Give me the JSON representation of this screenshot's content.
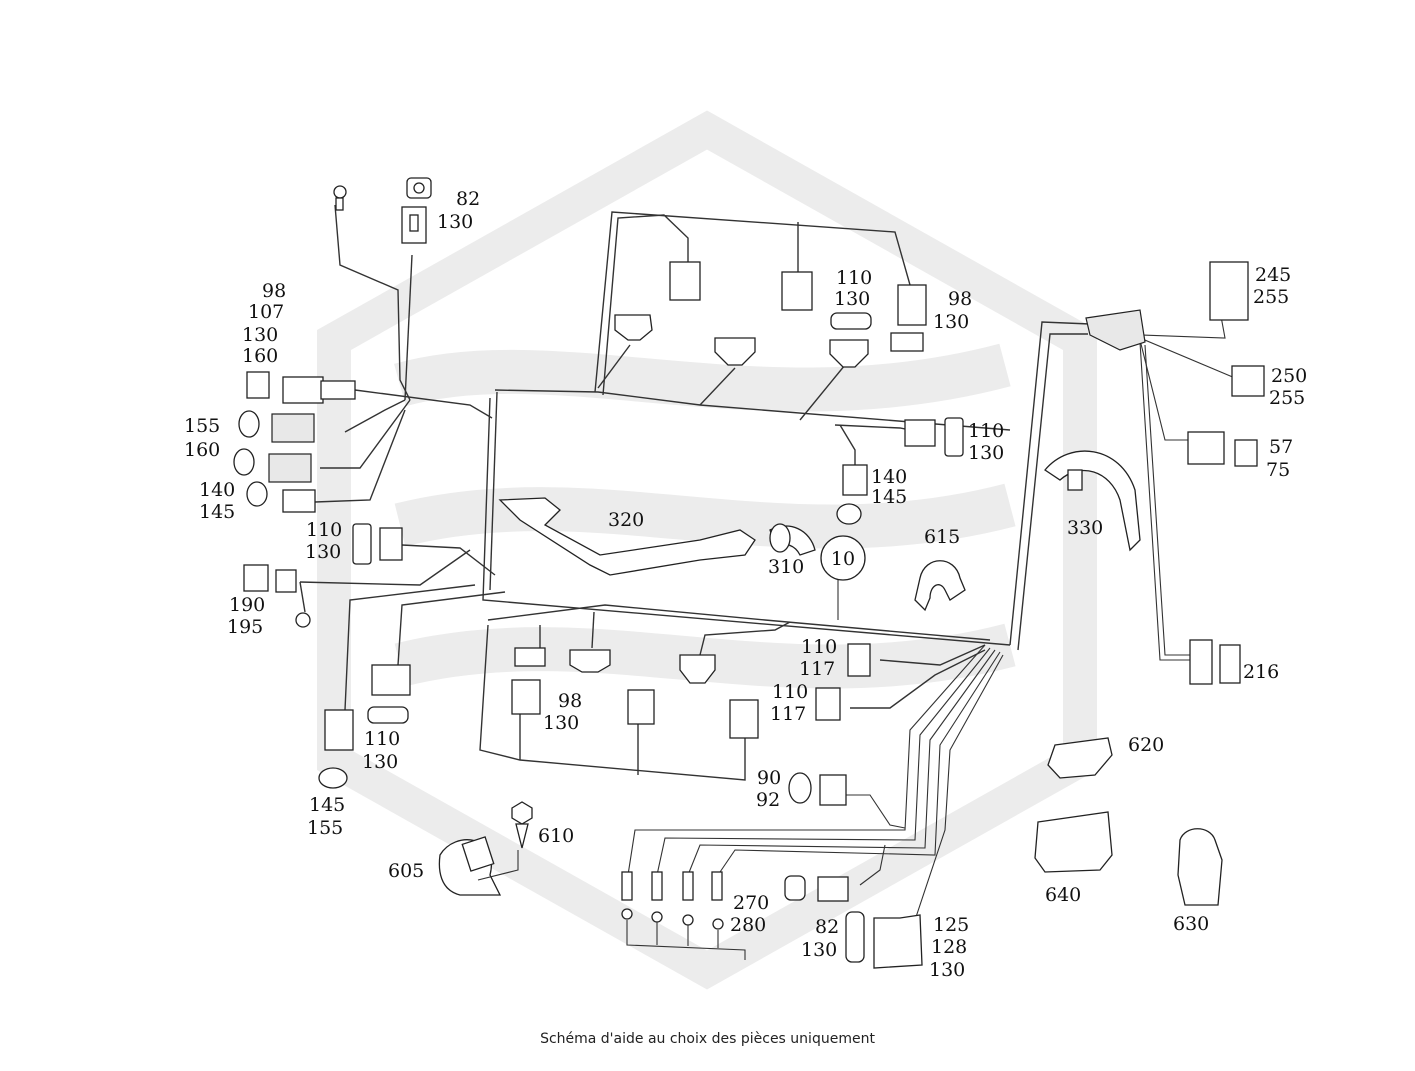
{
  "caption": "Schéma d'aide au choix des pièces uniquement",
  "watermark": "hexagon-s-logo",
  "center_badge": "10",
  "labels": [
    {
      "id": "l1",
      "lines": [
        "82",
        "130"
      ]
    },
    {
      "id": "l2",
      "lines": [
        "98",
        "107",
        "130",
        "160"
      ]
    },
    {
      "id": "l3",
      "lines": [
        "155",
        "160"
      ]
    },
    {
      "id": "l4",
      "lines": [
        "140",
        "145"
      ]
    },
    {
      "id": "l5",
      "lines": [
        "110",
        "130"
      ]
    },
    {
      "id": "l6",
      "lines": [
        "190",
        "195"
      ]
    },
    {
      "id": "l7",
      "lines": [
        "110",
        "130"
      ]
    },
    {
      "id": "l8",
      "lines": [
        "145",
        "155"
      ]
    },
    {
      "id": "l9",
      "lines": [
        "605"
      ]
    },
    {
      "id": "l10",
      "lines": [
        "610"
      ]
    },
    {
      "id": "l11",
      "lines": [
        "98",
        "130"
      ]
    },
    {
      "id": "l12",
      "lines": [
        "320"
      ]
    },
    {
      "id": "l13",
      "lines": [
        "310"
      ]
    },
    {
      "id": "l14",
      "lines": [
        "110",
        "130"
      ]
    },
    {
      "id": "l15",
      "lines": [
        "98",
        "130"
      ]
    },
    {
      "id": "l16",
      "lines": [
        "110",
        "130"
      ]
    },
    {
      "id": "l17",
      "lines": [
        "140",
        "145"
      ]
    },
    {
      "id": "l18",
      "lines": [
        "615"
      ]
    },
    {
      "id": "l19",
      "lines": [
        "110",
        "117"
      ]
    },
    {
      "id": "l20",
      "lines": [
        "110",
        "117"
      ]
    },
    {
      "id": "l21",
      "lines": [
        "90",
        "92"
      ]
    },
    {
      "id": "l22",
      "lines": [
        "270",
        "280"
      ]
    },
    {
      "id": "l23",
      "lines": [
        "82",
        "130"
      ]
    },
    {
      "id": "l24",
      "lines": [
        "125",
        "128",
        "130"
      ]
    },
    {
      "id": "l25",
      "lines": [
        "245",
        "255"
      ]
    },
    {
      "id": "l26",
      "lines": [
        "250",
        "255"
      ]
    },
    {
      "id": "l27",
      "lines": [
        "57",
        "75"
      ]
    },
    {
      "id": "l28",
      "lines": [
        "330"
      ]
    },
    {
      "id": "l29",
      "lines": [
        "216"
      ]
    },
    {
      "id": "l30",
      "lines": [
        "620"
      ]
    },
    {
      "id": "l31",
      "lines": [
        "640"
      ]
    },
    {
      "id": "l32",
      "lines": [
        "630"
      ]
    }
  ]
}
